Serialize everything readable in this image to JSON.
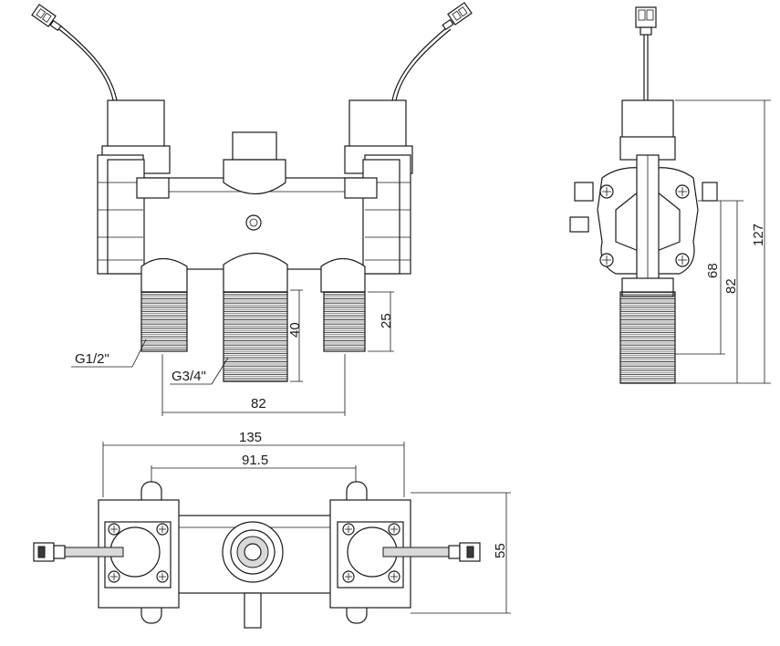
{
  "dimensions": {
    "front_spacing": "82",
    "front_center_thread_length": "40",
    "front_side_thread_length": "25",
    "front_side_thread_size": "G1/2\"",
    "front_center_thread_size": "G3/4\"",
    "side_height_total": "127",
    "side_height_82": "82",
    "side_height_68": "68",
    "top_overall_width": "135",
    "top_bracket_spacing": "91.5",
    "top_depth": "55"
  },
  "colors": {
    "line": "#1a1a1a",
    "background": "#ffffff",
    "fill_gray": "#d9d9d9"
  }
}
